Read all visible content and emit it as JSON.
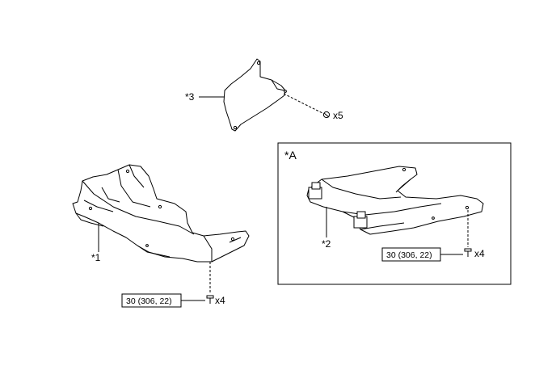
{
  "labels": {
    "part1": "*1",
    "part2": "*2",
    "part3": "*3",
    "inset": "*A"
  },
  "torque": {
    "main": "30 (306, 22)",
    "inset": "30 (306, 22)"
  },
  "quantities": {
    "main_bolts": "x4",
    "inset_bolts": "x4",
    "clips": "x5"
  }
}
